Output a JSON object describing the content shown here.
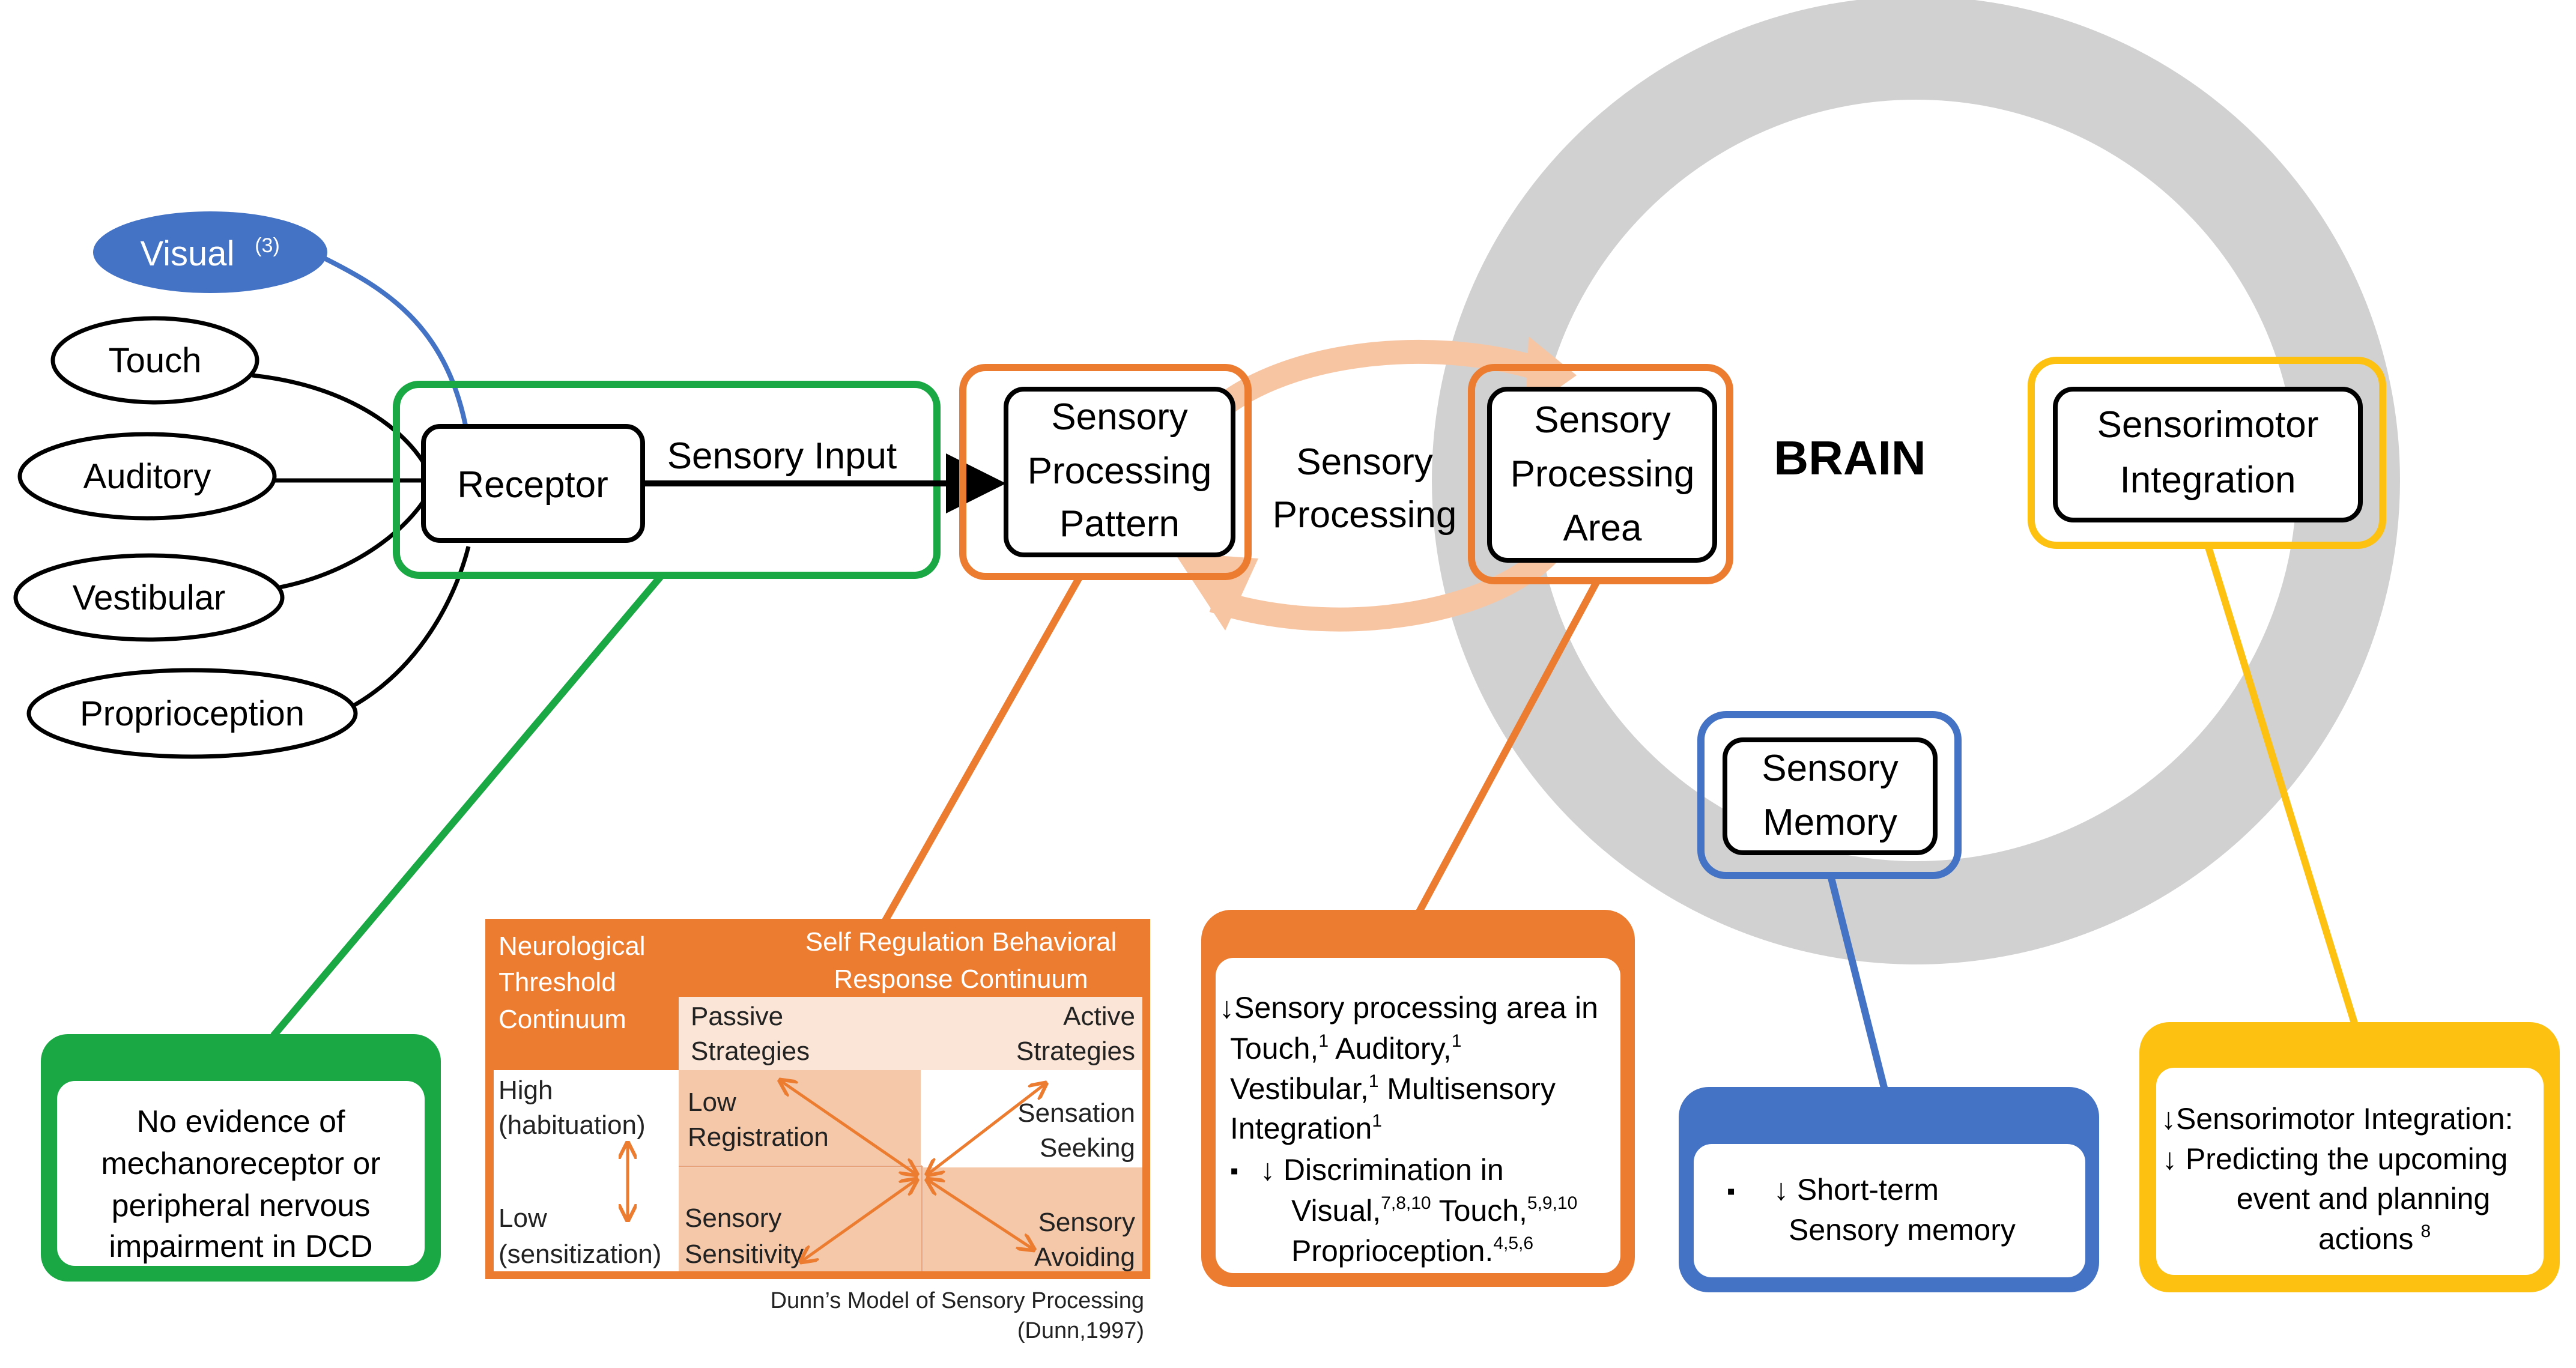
{
  "senses": {
    "visual": "Visual",
    "visual_ref": "(3)",
    "touch": "Touch",
    "auditory": "Auditory",
    "vestibular": "Vestibular",
    "proprioception": "Proprioception"
  },
  "flow": {
    "receptor": "Receptor",
    "sensory_input": "Sensory Input",
    "pattern": [
      "Sensory",
      "Processing",
      "Pattern"
    ],
    "processing": [
      "Sensory",
      "Processing"
    ],
    "area": [
      "Sensory",
      "Processing",
      "Area"
    ],
    "brain": "BRAIN",
    "sensorimotor": [
      "Sensorimotor",
      "Integration"
    ],
    "memory": [
      "Sensory",
      "Memory"
    ]
  },
  "notes": {
    "receptor_note": [
      "No evidence of",
      "mechanoreceptor or",
      "peripheral nervous",
      "impairment in DCD"
    ],
    "area_note": {
      "line1": "↓Sensory processing area in",
      "line2_a": "Touch,",
      "line2_s1": "1",
      "line2_b": " Auditory,",
      "line2_s2": "1",
      "line3_a": "Vestibular,",
      "line3_s1": "1",
      "line3_b": " Multisensory",
      "line4_a": "Integration",
      "line4_s1": "1",
      "bullet": "▪",
      "line5": "↓ Discrimination in",
      "line6_a": "Visual,",
      "line6_s1": "7,8,10",
      "line6_b": " Touch,",
      "line6_s2": "5,9,10",
      "line7_a": "Proprioception.",
      "line7_s1": "4,5,6"
    },
    "memory_note": {
      "bullet": "▪",
      "line1": "↓ Short-term",
      "line2": "Sensory memory"
    },
    "sensorimotor_note": {
      "line1": "↓Sensorimotor Integration:",
      "line2": "↓ Predicting the upcoming",
      "line3": "event and planning",
      "line4_a": "actions",
      "line4_s1": "8"
    }
  },
  "dunn": {
    "header_left": [
      "Neurological",
      "Threshold",
      "Continuum"
    ],
    "header_right": [
      "Self Regulation Behavioral",
      "Response Continuum"
    ],
    "passive": [
      "Passive",
      "Strategies"
    ],
    "active": [
      "Active",
      "Strategies"
    ],
    "high": [
      "High",
      "(habituation)"
    ],
    "low": [
      "Low",
      "(sensitization)"
    ],
    "low_registration": [
      "Low",
      "Registration"
    ],
    "sensation_seeking": [
      "Sensation",
      "Seeking"
    ],
    "sensory_sensitivity": [
      "Sensory",
      "Sensitivity"
    ],
    "sensory_avoiding": [
      "Sensory",
      "Avoiding"
    ],
    "caption": [
      "Dunn’s Model of Sensory Processing",
      "(Dunn,1997)"
    ]
  },
  "colors": {
    "green": "#1aa845",
    "orange": "#ec7c30",
    "light_orange": "#f8c5a3",
    "blue": "#4472c4",
    "yellow": "#fdc111",
    "gray": "#d1d1d1",
    "dunn_cell": "#f5c8aa",
    "dunn_light": "#fbe5d6"
  }
}
